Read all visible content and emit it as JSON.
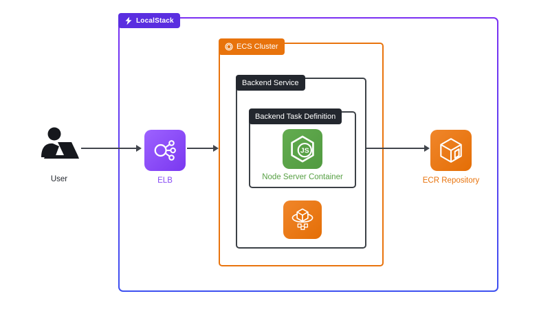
{
  "localstack": {
    "label": "LocalStack",
    "badge_color": "#5A2EE0",
    "border_gradient_top": "#7A2FF2",
    "border_gradient_bottom": "#3C4FF0"
  },
  "ecs_cluster": {
    "label": "ECS Cluster",
    "color": "#E8730C"
  },
  "backend_service": {
    "label": "Backend Service",
    "badge_color": "#23272E",
    "border_color": "#3B4046"
  },
  "task_definition": {
    "label": "Backend Task Definition",
    "badge_color": "#23272E",
    "border_color": "#3B4046"
  },
  "nodes": {
    "user": {
      "label": "User",
      "color": "#16181D",
      "icon": "person-at-laptop-icon"
    },
    "elb": {
      "label": "ELB",
      "color": "#8C4FFF",
      "icon": "load-balancer-icon"
    },
    "node_container": {
      "label": "Node Server Container",
      "icon_text": "JS",
      "color": "#57A044",
      "icon": "nodejs-hexagon-icon"
    },
    "ecs_service": {
      "color": "#E8730C",
      "icon": "ecs-cube-orbit-icon"
    },
    "ecr": {
      "label": "ECR Repository",
      "color": "#E8730C",
      "icon": "ecr-registry-cube-icon"
    }
  },
  "arrows": {
    "color": "#41454C",
    "connections": [
      "user->elb",
      "elb->ecs_cluster",
      "backend_service->ecr"
    ]
  }
}
